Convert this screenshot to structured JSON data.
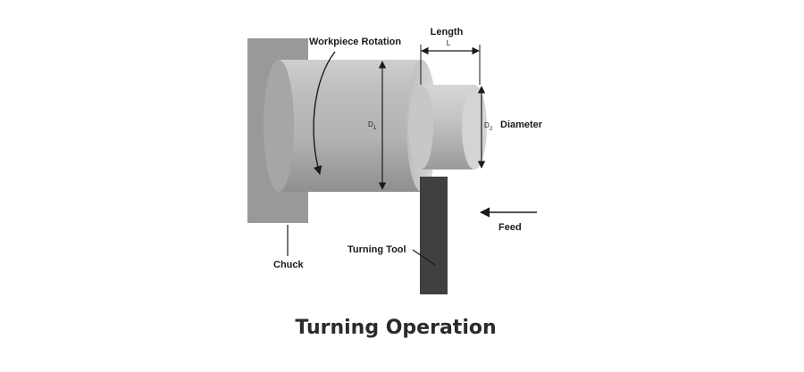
{
  "diagram": {
    "title": "Turning Operation",
    "labels": {
      "workpiece_rotation": "Workpiece Rotation",
      "length": "Length",
      "length_symbol": "L",
      "diameter": "Diameter",
      "d1": "D",
      "d1_sub": "1",
      "d2": "D",
      "d2_sub": "2",
      "chuck": "Chuck",
      "turning_tool": "Turning Tool",
      "feed": "Feed"
    }
  }
}
